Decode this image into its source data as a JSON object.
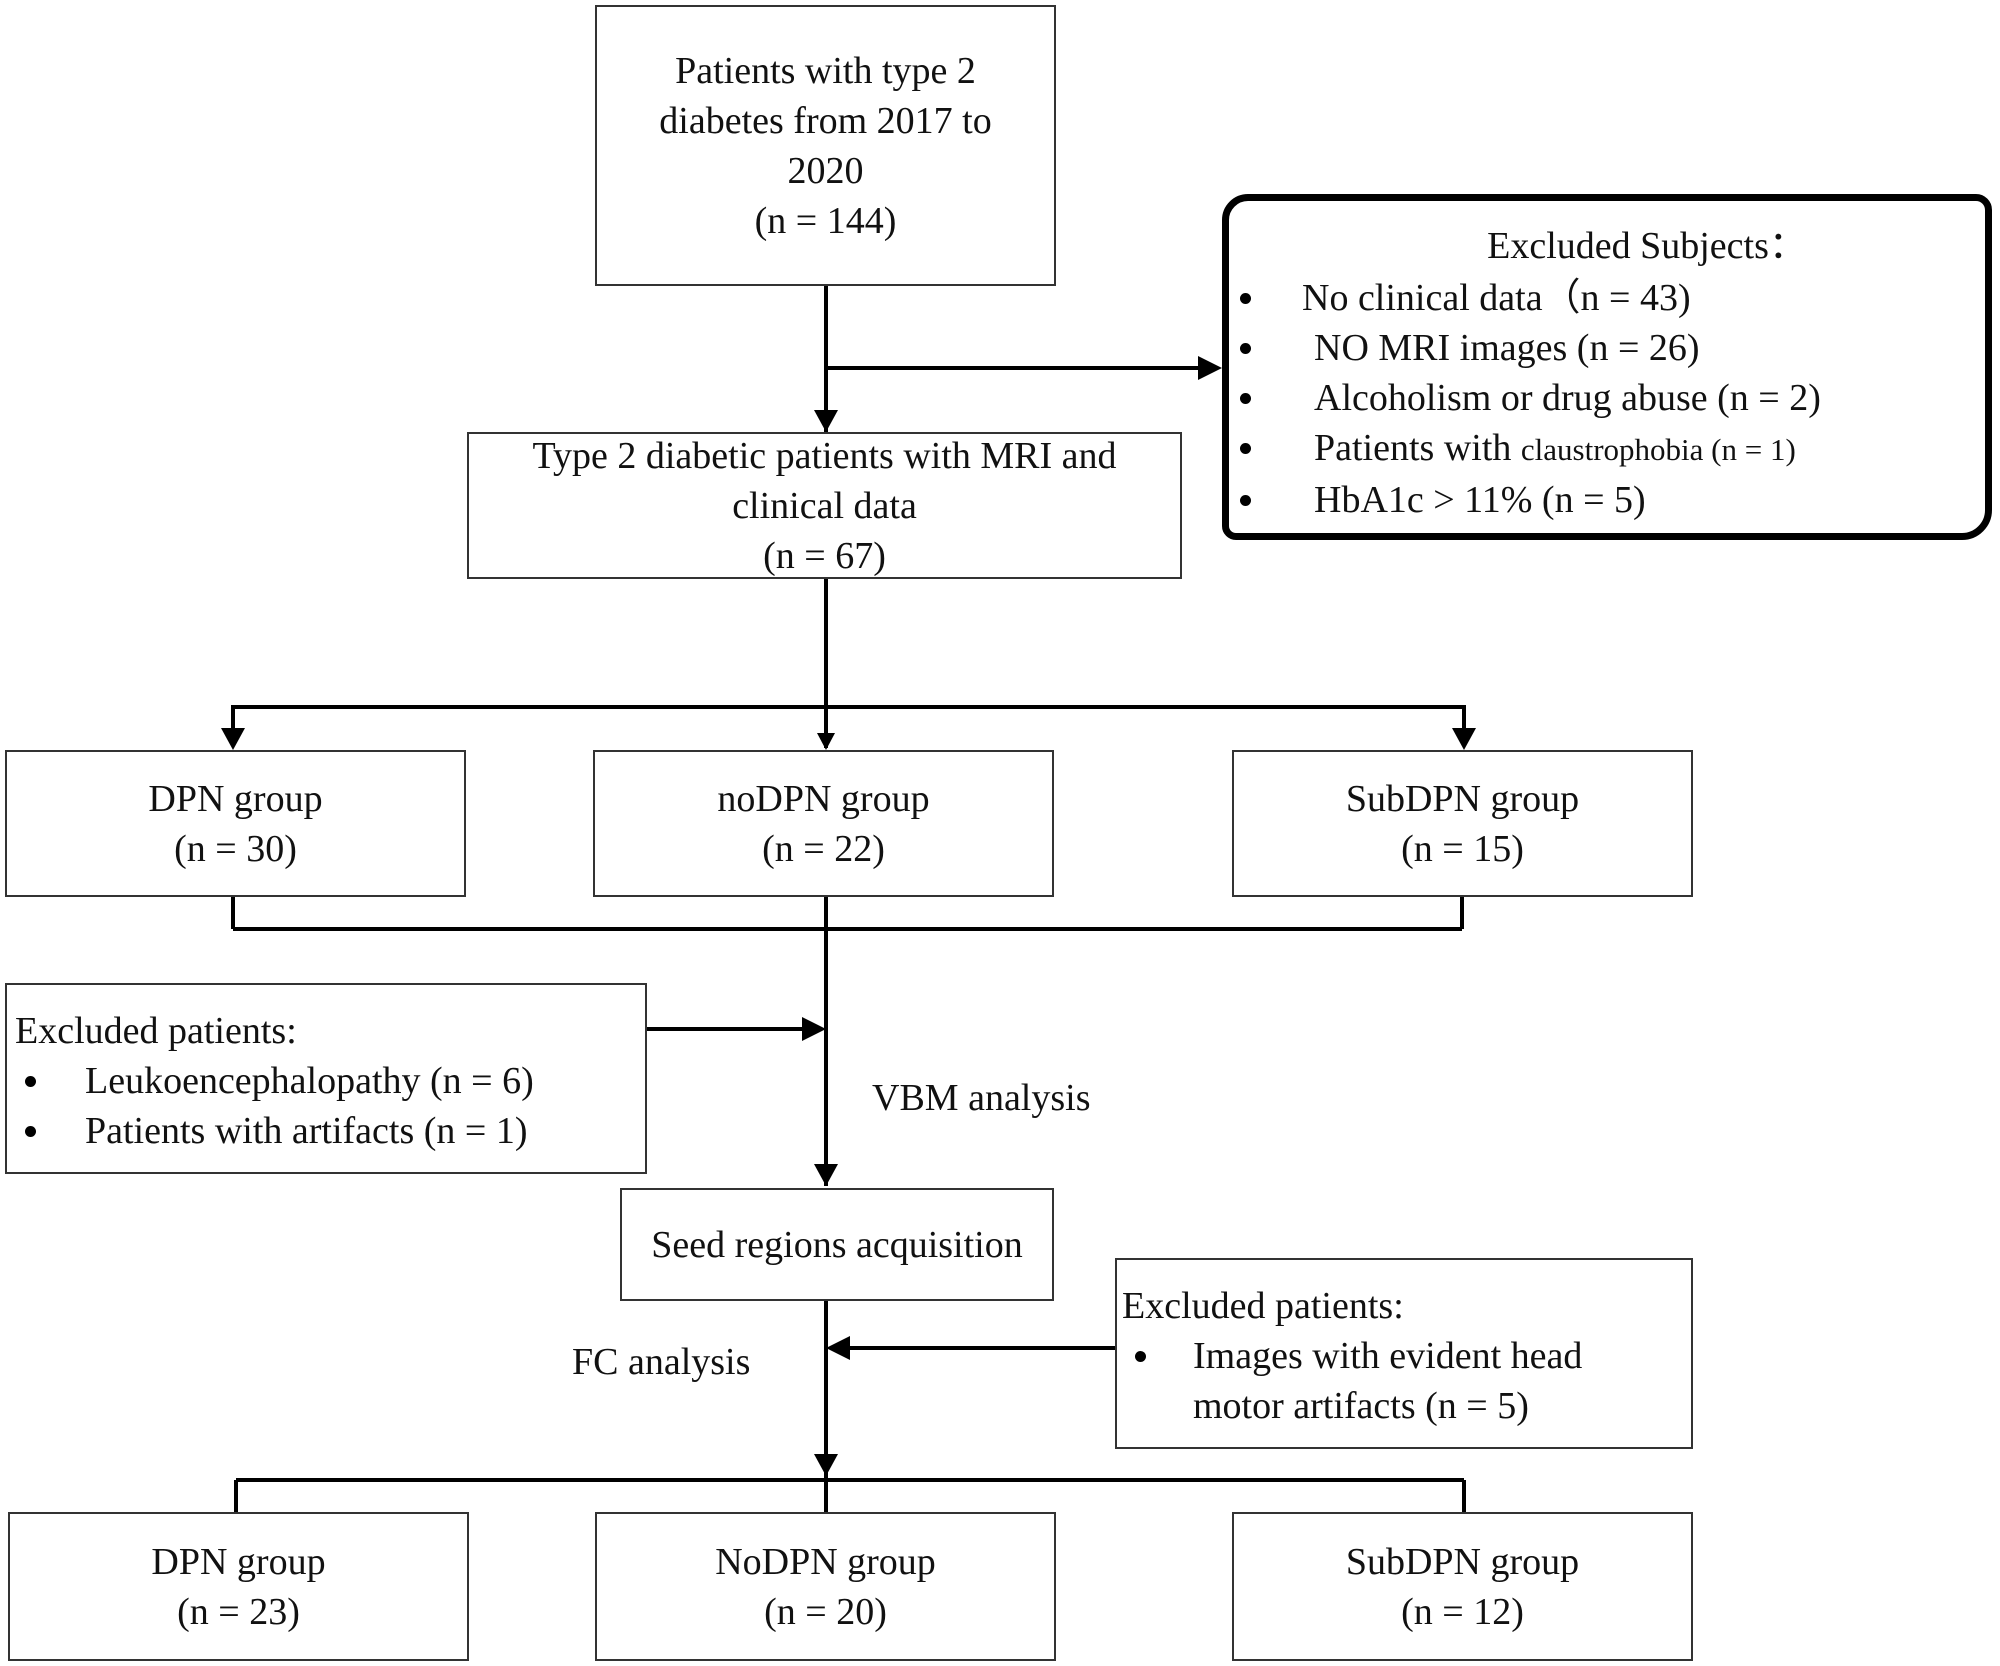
{
  "top_box": {
    "lines": [
      "Patients with type 2",
      "diabetes from 2017 to",
      "2020",
      "(n = 144)"
    ]
  },
  "excluded_subjects": {
    "title": "Excluded Subjects：",
    "items": [
      {
        "text": "No clinical data（n = 43)"
      },
      {
        "text": "NO MRI images (n = 26)"
      },
      {
        "text": "Alcoholism or drug abuse (n = 2)"
      },
      {
        "text_main": "Patients with ",
        "text_small": "claustrophobia (n = 1)"
      },
      {
        "text": "HbA1c > 11% (n = 5)"
      }
    ]
  },
  "mri_box": {
    "lines": [
      "Type 2 diabetic patients with MRI and",
      "clinical data",
      "(n = 67)"
    ]
  },
  "groups_initial": [
    {
      "name": "DPN group",
      "count": "(n = 30)"
    },
    {
      "name": "noDPN group",
      "count": "(n = 22)"
    },
    {
      "name": "SubDPN group",
      "count": "(n = 15)"
    }
  ],
  "excluded_patients_1": {
    "title": "Excluded patients:",
    "items": [
      "Leukoencephalopathy (n = 6)",
      "Patients with artifacts (n = 1)"
    ]
  },
  "vbm_label": "VBM analysis",
  "seed_box": "Seed regions acquisition",
  "fc_label": "FC analysis",
  "excluded_patients_2": {
    "title": "Excluded patients:",
    "items": [
      [
        "Images with evident head",
        "motor artifacts (n = 5)"
      ]
    ]
  },
  "groups_final": [
    {
      "name": "DPN group",
      "count": "(n = 23)"
    },
    {
      "name": "NoDPN group",
      "count": "(n = 20)"
    },
    {
      "name": "SubDPN group",
      "count": "(n = 12)"
    }
  ]
}
